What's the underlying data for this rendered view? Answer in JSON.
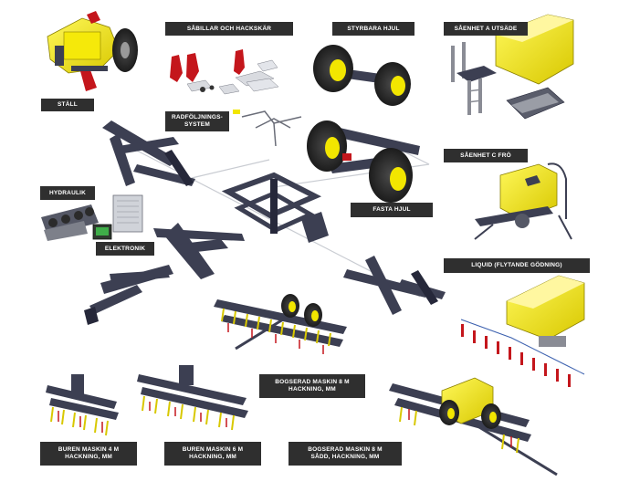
{
  "labels": {
    "stall": "STÄLL",
    "sabillar": "SÅBILLAR OCH HACKSKÄR",
    "styrbara_hjul": "STYRBARA  HJUL",
    "saenhet_a": "SÅENHET A UTSÄDE",
    "radfoljning": "RADFÖLJNINGS-\nSYSTEM",
    "hydraulik": "HYDRAULIK",
    "saenhet_c": "SÅENHET C FRÖ",
    "fasta_hjul": "FASTA HJUL",
    "elektronik": "ELEKTRONIK",
    "liquid": "LIQUID (FLYTANDE GÖDNING)",
    "bogserad_8m_hackning": "BOGSERAD MASKIN 8 M\nHACKNING, MM",
    "buren_4m": "BUREN MASKIN 4 M\nHACKNING, MM",
    "buren_6m": "BUREN MASKIN 6 M\nHACKNING, MM",
    "bogserad_8m_sadd": "BOGSERAD MASKIN 8 M\nSÅDD, HACKNING, MM"
  },
  "colors": {
    "frame": "#3c3f52",
    "frame_dark": "#26283a",
    "yellow": "#f2e600",
    "yellow_dark": "#c9b800",
    "red": "#c4161c",
    "tire": "#2b2b2b",
    "label_bg": "#2f2f2f",
    "steel": "#b8bcc4"
  }
}
